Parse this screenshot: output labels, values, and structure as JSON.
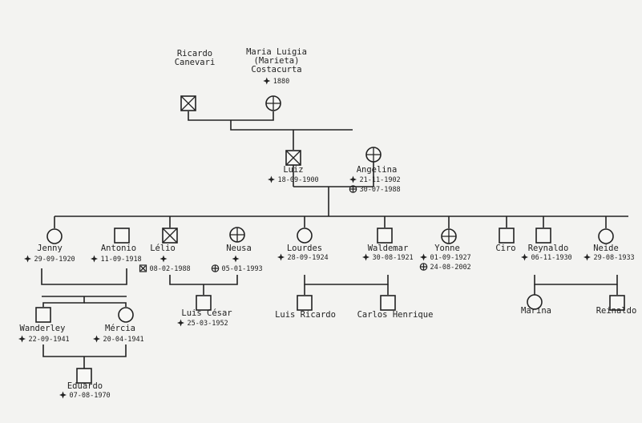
{
  "people": {
    "ricardo": {
      "name_lines": [
        "Ricardo",
        "Canevari"
      ],
      "sex": "male",
      "deceased": true
    },
    "maria": {
      "name_lines": [
        "Maria Luigia",
        "(Marieta)",
        "Costacurta"
      ],
      "sex": "female",
      "deceased": true,
      "dates": [
        {
          "sym": "birth",
          "text": "1880"
        }
      ]
    },
    "luiz": {
      "name_lines": [
        "Luiz"
      ],
      "sex": "male",
      "deceased": true,
      "dates": [
        {
          "sym": "birth",
          "text": "18-09-1900"
        }
      ]
    },
    "angelina": {
      "name_lines": [
        "Angelina"
      ],
      "sex": "female",
      "deceased": true,
      "dates": [
        {
          "sym": "birth",
          "text": "21-11-1902"
        },
        {
          "sym": "death",
          "text": "30-07-1988"
        }
      ]
    },
    "jenny": {
      "name_lines": [
        "Jenny"
      ],
      "sex": "female",
      "deceased": false,
      "dates": [
        {
          "sym": "birth",
          "text": "29-09-1920"
        }
      ]
    },
    "antonio": {
      "name_lines": [
        "Antonio"
      ],
      "sex": "male",
      "deceased": false,
      "dates": [
        {
          "sym": "birth",
          "text": "11-09-1918"
        }
      ]
    },
    "lelio": {
      "name_lines": [
        "Lélio"
      ],
      "sex": "male",
      "deceased": true,
      "dates": [
        {
          "sym": "birth",
          "text": ""
        },
        {
          "sym": "death",
          "text": "08-02-1988"
        }
      ]
    },
    "neusa": {
      "name_lines": [
        "Neusa"
      ],
      "sex": "female",
      "deceased": true,
      "dates": [
        {
          "sym": "birth",
          "text": ""
        },
        {
          "sym": "death",
          "text": "05-01-1993"
        }
      ]
    },
    "lourdes": {
      "name_lines": [
        "Lourdes"
      ],
      "sex": "female",
      "deceased": false,
      "dates": [
        {
          "sym": "birth",
          "text": "28-09-1924"
        }
      ]
    },
    "waldemar": {
      "name_lines": [
        "Waldemar"
      ],
      "sex": "male",
      "deceased": false,
      "dates": [
        {
          "sym": "birth",
          "text": "30-08-1921"
        }
      ]
    },
    "yonne": {
      "name_lines": [
        "Yonne"
      ],
      "sex": "female",
      "deceased": true,
      "dates": [
        {
          "sym": "birth",
          "text": "01-09-1927"
        },
        {
          "sym": "death",
          "text": "24-08-2002"
        }
      ]
    },
    "ciro": {
      "name_lines": [
        "Ciro"
      ],
      "sex": "male",
      "deceased": false
    },
    "reynaldo": {
      "name_lines": [
        "Reynaldo"
      ],
      "sex": "male",
      "deceased": false,
      "dates": [
        {
          "sym": "birth",
          "text": "06-11-1930"
        }
      ]
    },
    "neide": {
      "name_lines": [
        "Neide"
      ],
      "sex": "female",
      "deceased": false,
      "dates": [
        {
          "sym": "birth",
          "text": "29-08-1933"
        }
      ]
    },
    "wanderley": {
      "name_lines": [
        "Wanderley"
      ],
      "sex": "male",
      "deceased": false,
      "dates": [
        {
          "sym": "birth",
          "text": "22-09-1941"
        }
      ]
    },
    "mercia": {
      "name_lines": [
        "Mércia"
      ],
      "sex": "female",
      "deceased": false,
      "dates": [
        {
          "sym": "birth",
          "text": "20-04-1941"
        }
      ]
    },
    "luis_cesar": {
      "name_lines": [
        "Luis César"
      ],
      "sex": "male",
      "deceased": false,
      "dates": [
        {
          "sym": "birth",
          "text": "25-03-1952"
        }
      ]
    },
    "luis_ricardo": {
      "name_lines": [
        "Luis Ricardo"
      ],
      "sex": "male",
      "deceased": false
    },
    "carlos_henrique": {
      "name_lines": [
        "Carlos Henrique"
      ],
      "sex": "male",
      "deceased": false
    },
    "marina": {
      "name_lines": [
        "Marina"
      ],
      "sex": "female",
      "deceased": false
    },
    "reinaldo": {
      "name_lines": [
        "Reinaldo"
      ],
      "sex": "male",
      "deceased": false
    },
    "eduardo": {
      "name_lines": [
        "Eduardo"
      ],
      "sex": "male",
      "deceased": false,
      "dates": [
        {
          "sym": "birth",
          "text": "07-08-1970"
        }
      ]
    }
  }
}
